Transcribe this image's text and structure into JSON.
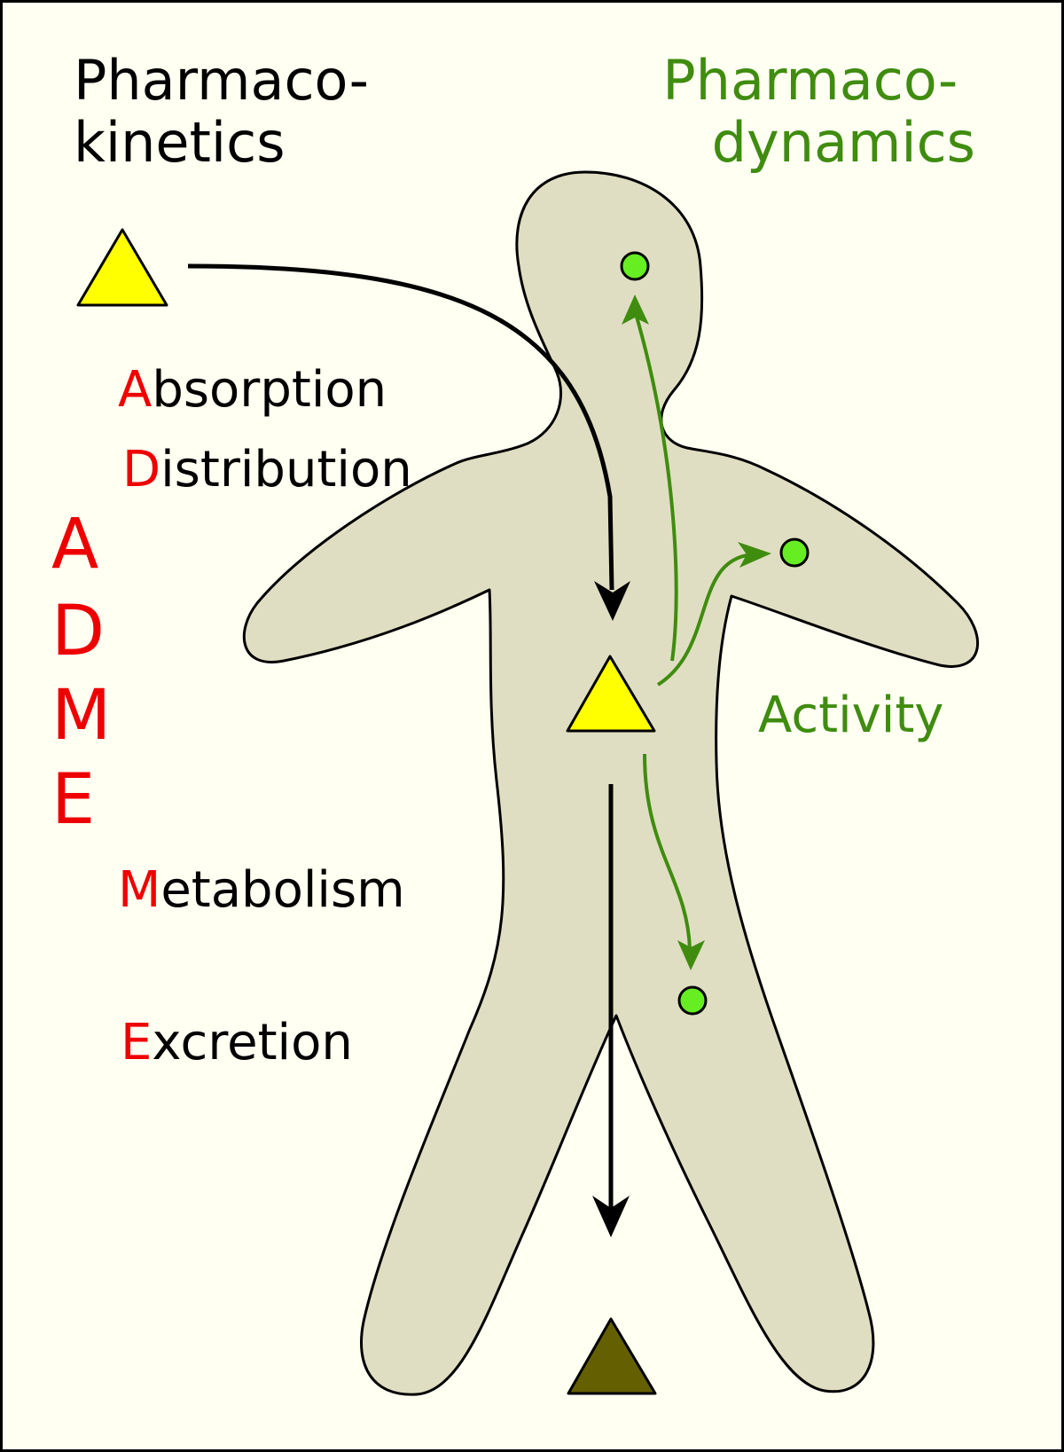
{
  "colors": {
    "background": "#fffff2",
    "body_fill": "#e0dec2",
    "black": "#000000",
    "red": "#ee0000",
    "green": "#3f8c0f",
    "receptor": "#66ee22",
    "drug": "#ffff00",
    "metabolite": "#645f00"
  },
  "pk_title": {
    "line1": "Pharmaco-",
    "line2": "kinetics"
  },
  "pd_title": {
    "line1": "Pharmaco-",
    "line2": "dynamics"
  },
  "adme_letters": [
    "A",
    "D",
    "M",
    "E"
  ],
  "steps": [
    {
      "initial": "A",
      "rest": "bsorption"
    },
    {
      "initial": "D",
      "rest": "istribution"
    },
    {
      "initial": "M",
      "rest": "etabolism"
    },
    {
      "initial": "E",
      "rest": "xcretion"
    }
  ],
  "activity_label": "Activity",
  "icons": {
    "drug": "yellow-triangle-icon",
    "receptor": "green-dot-icon",
    "metabolite": "dark-triangle-icon"
  }
}
